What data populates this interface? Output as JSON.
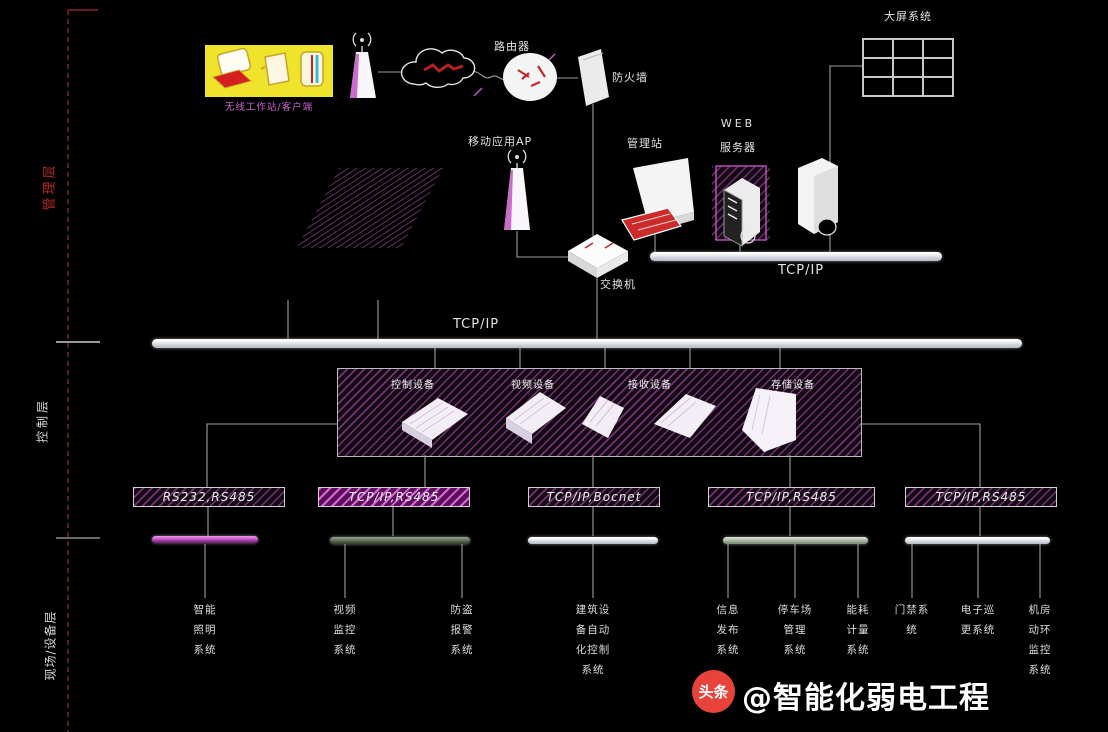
{
  "colors": {
    "accent_magenta": "#c352c3",
    "alarm_red": "#cc2b2b",
    "panel_yellow": "#f0e32b",
    "bus_gray": "#dfe3e8",
    "background": "#000000"
  },
  "side_layers": {
    "management": "管理层",
    "control": "控制层",
    "field": "现场/设备层"
  },
  "management_tier": {
    "clients_caption": "无线工作站/客户端",
    "router_label": "路由器",
    "firewall_label": "防火墙",
    "mobile_ap_label": "移动应用AP",
    "management_station_label": "管理站",
    "web_server_label_line1": "WEB",
    "web_server_label_line2": "服务器",
    "video_wall_label": "大屏系统",
    "switch_label": "交换机",
    "tcpip_label": "TCP/IP"
  },
  "backbone": {
    "tcpip_label": "TCP/IP"
  },
  "control_tier": {
    "device_labels": [
      "控制设备",
      "视频设备",
      "接收设备",
      "存储设备"
    ]
  },
  "protocol_labels": [
    "RS232,RS485",
    "TCP/IP,RS485",
    "TCP/IP,Bocnet",
    "TCP/IP,RS485",
    "TCP/IP,RS485"
  ],
  "field_systems": [
    {
      "lines": [
        "智能",
        "照明",
        "系统"
      ]
    },
    {
      "lines": [
        "视频",
        "监控",
        "系统"
      ]
    },
    {
      "lines": [
        "防盗",
        "报警",
        "系统"
      ]
    },
    {
      "lines": [
        "建筑设",
        "备自动",
        "化控制",
        "系统"
      ]
    },
    {
      "lines": [
        "信息",
        "发布",
        "系统"
      ]
    },
    {
      "lines": [
        "停车场",
        "管理",
        "系统"
      ]
    },
    {
      "lines": [
        "能耗",
        "计量",
        "系统"
      ]
    },
    {
      "lines": [
        "门禁系",
        "统"
      ]
    },
    {
      "lines": [
        "电子巡",
        "更系统"
      ]
    },
    {
      "lines": [
        "机房",
        "动环",
        "监控",
        "系统"
      ]
    }
  ],
  "watermark": {
    "badge": "头条",
    "text": "@智能化弱电工程"
  }
}
